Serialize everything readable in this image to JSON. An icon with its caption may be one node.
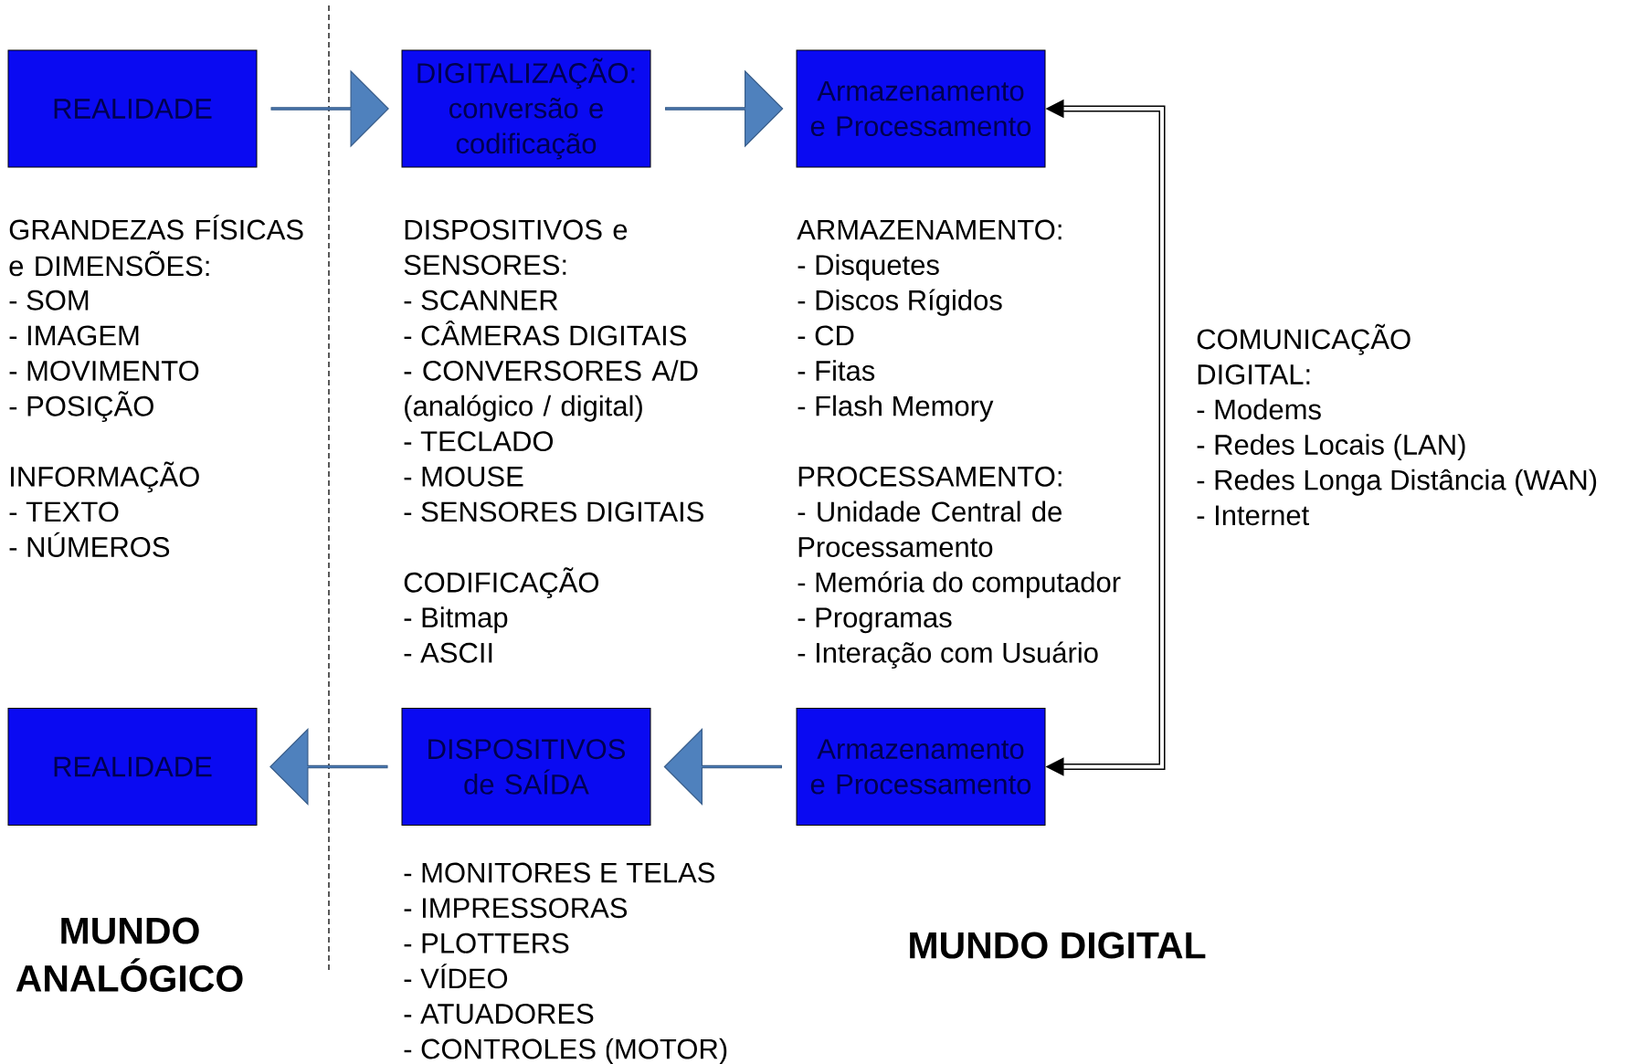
{
  "diagram": {
    "nodes": [
      {
        "text": [
          "REALIDADE"
        ]
      },
      {
        "text": [
          "DIGITALIZAÇÃO: conversão e codificação"
        ]
      },
      {
        "text": [
          "Armazenamento e Processamento"
        ]
      },
      {
        "text": [
          "REALIDADE"
        ]
      },
      {
        "text": [
          "DISPOSITIVOS de SAÍDA"
        ]
      },
      {
        "text": [
          "Armazenamento e Processamento"
        ]
      }
    ],
    "edges": [
      {
        "from": 0,
        "to": 1,
        "arrow": "to"
      },
      {
        "from": 1,
        "to": 2,
        "arrow": "to"
      },
      {
        "from": 5,
        "to": 4,
        "arrow": "to"
      },
      {
        "from": 4,
        "to": 3,
        "arrow": "to"
      },
      {
        "from": 5,
        "to": 2,
        "arrow": "both"
      }
    ],
    "labels": [
      "GRANDEZAS FÍSICAS e DIMENSÕES:",
      "- SOM",
      "- IMAGEM",
      "- MOVIMENTO",
      "- POSIÇÃO",
      "INFORMAÇÃO",
      "- TEXTO",
      "- NÚMEROS",
      "DISPOSITIVOS e SENSORES:",
      "- SCANNER",
      "- CÂMERAS DIGITAIS",
      "- CONVERSORES A/D (analógico / digital)",
      "- TECLADO",
      "- MOUSE",
      "- SENSORES DIGITAIS",
      "CODIFICAÇÃO",
      "- Bitmap",
      "- ASCII",
      "ARMAZENAMENTO:",
      "- Disquetes",
      "- Discos Rígidos",
      "- CD",
      "- Fitas",
      "- Flash Memory",
      "PROCESSAMENTO:",
      "- Unidade Central de Processamento",
      "- Memória do computador",
      "- Programas",
      "- Interação com Usuário",
      "COMUNICAÇÃO DIGITAL:",
      "- Modems",
      "- Redes Locais (LAN)",
      "- Redes Longa Distância (WAN)",
      "- Internet",
      "- MONITORES E TELAS",
      "- IMPRESSORAS",
      "- PLOTTERS",
      "- VÍDEO",
      "- ATUADORES",
      "- CONTROLES (MOTOR)",
      "MUNDO ANALÓGICO",
      "MUNDO DIGITAL"
    ]
  }
}
